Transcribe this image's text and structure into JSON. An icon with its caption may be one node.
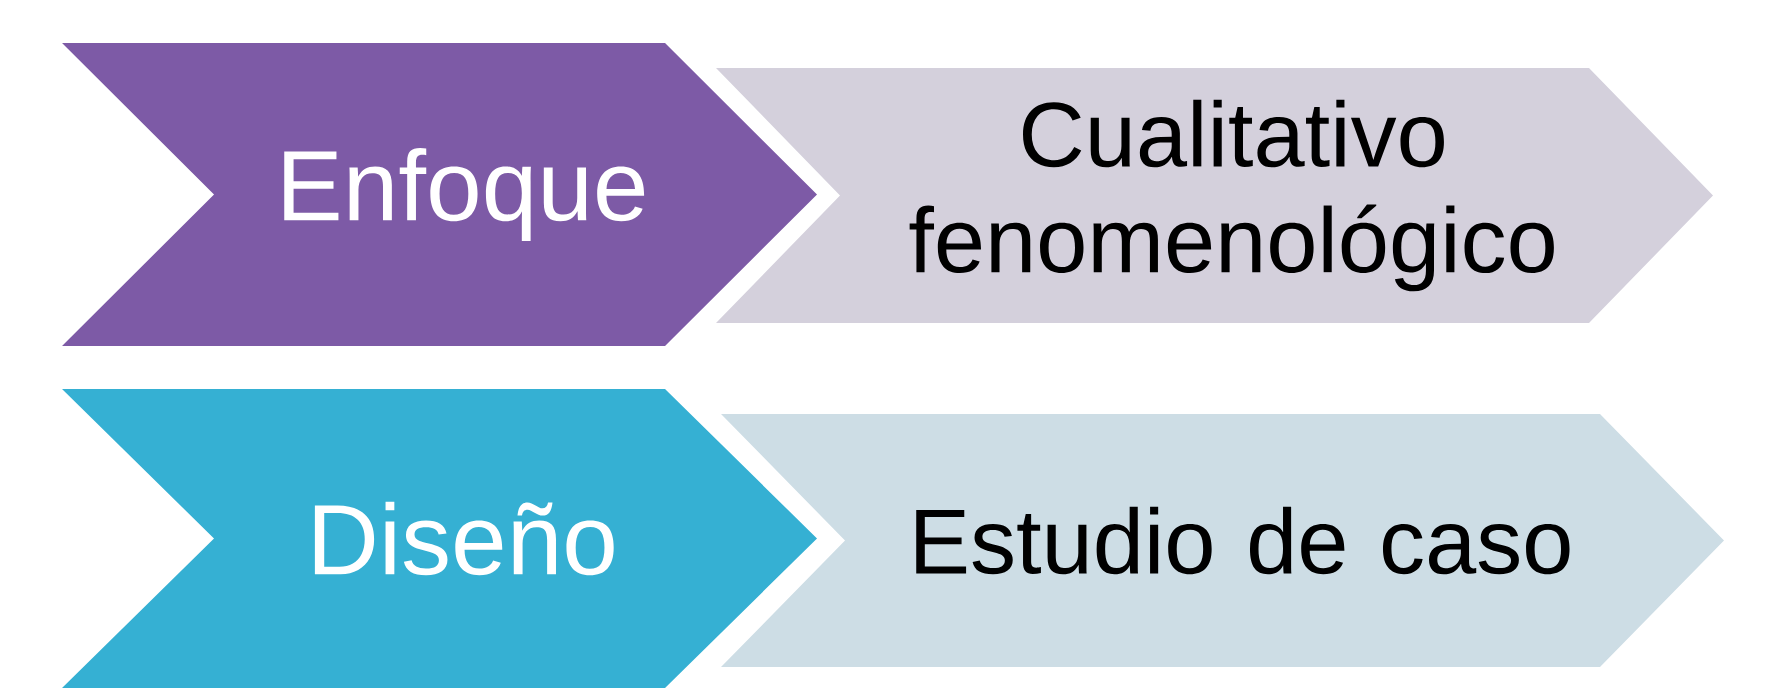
{
  "diagram": {
    "nodes": [
      {
        "text": [
          "Enfoque"
        ]
      },
      {
        "text": [
          "Cualitativo fenomenológico"
        ]
      },
      {
        "text": [
          "Diseño"
        ]
      },
      {
        "text": [
          "Estudio de caso"
        ]
      }
    ]
  }
}
